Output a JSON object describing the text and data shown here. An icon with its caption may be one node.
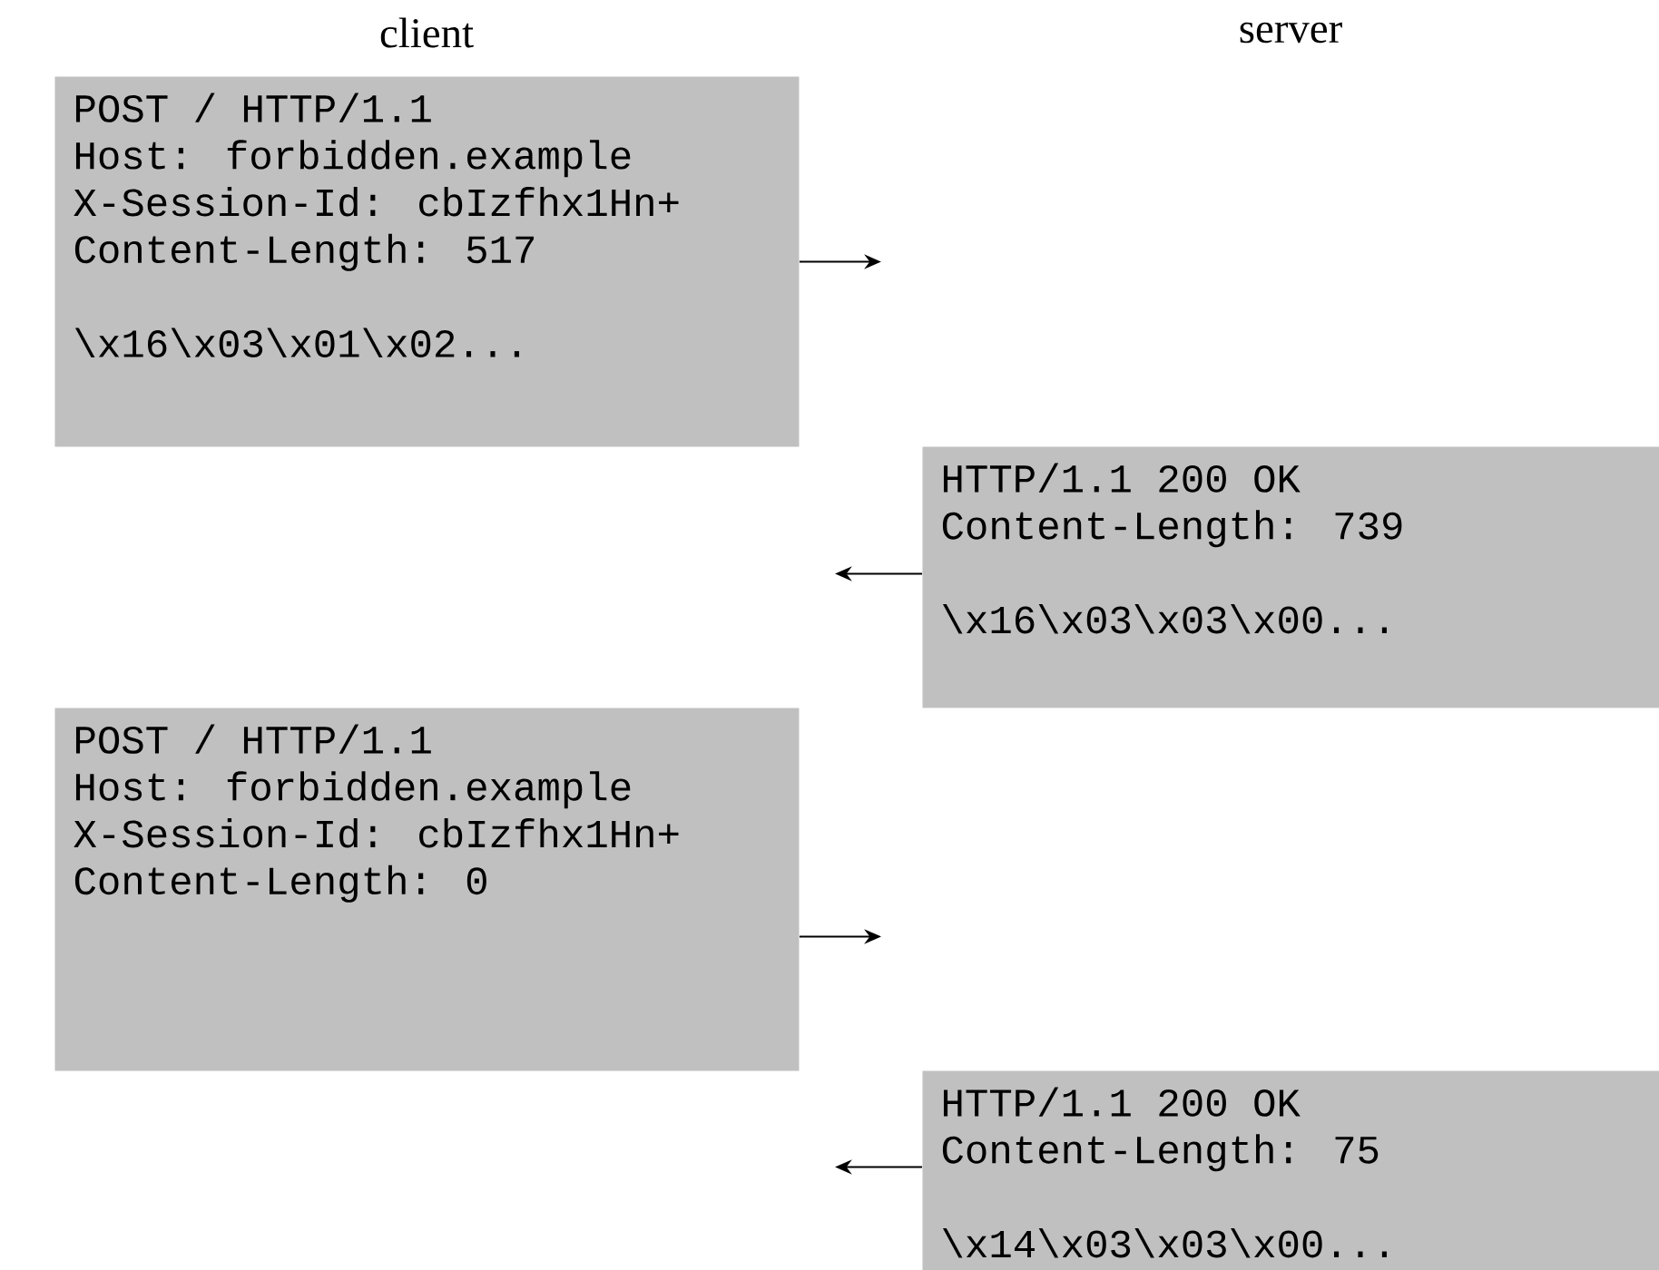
{
  "diagram": {
    "nodes": [
      {
        "text": [
          "POST / HTTP/1.1",
          "Host: forbidden.example",
          "X-Session-Id: cbIzfhx1Hn+",
          "Content-Length: 517",
          "\\x16\\x03\\x01\\x02..."
        ]
      },
      {
        "text": [
          "HTTP/1.1 200 OK",
          "Content-Length: 739",
          "\\x16\\x03\\x03\\x00..."
        ]
      },
      {
        "text": [
          "POST / HTTP/1.1",
          "Host: forbidden.example",
          "X-Session-Id: cbIzfhx1Hn+",
          "Content-Length: 0"
        ]
      },
      {
        "text": [
          "HTTP/1.1 200 OK",
          "Content-Length: 75",
          "\\x14\\x03\\x03\\x00..."
        ]
      }
    ],
    "edges": [
      {
        "from": 0,
        "to": null,
        "arrow": "to"
      },
      {
        "from": 1,
        "to": null,
        "arrow": "to"
      },
      {
        "from": 2,
        "to": null,
        "arrow": "to"
      },
      {
        "from": 3,
        "to": null,
        "arrow": "to"
      }
    ],
    "labels": [
      "client",
      "server"
    ]
  }
}
